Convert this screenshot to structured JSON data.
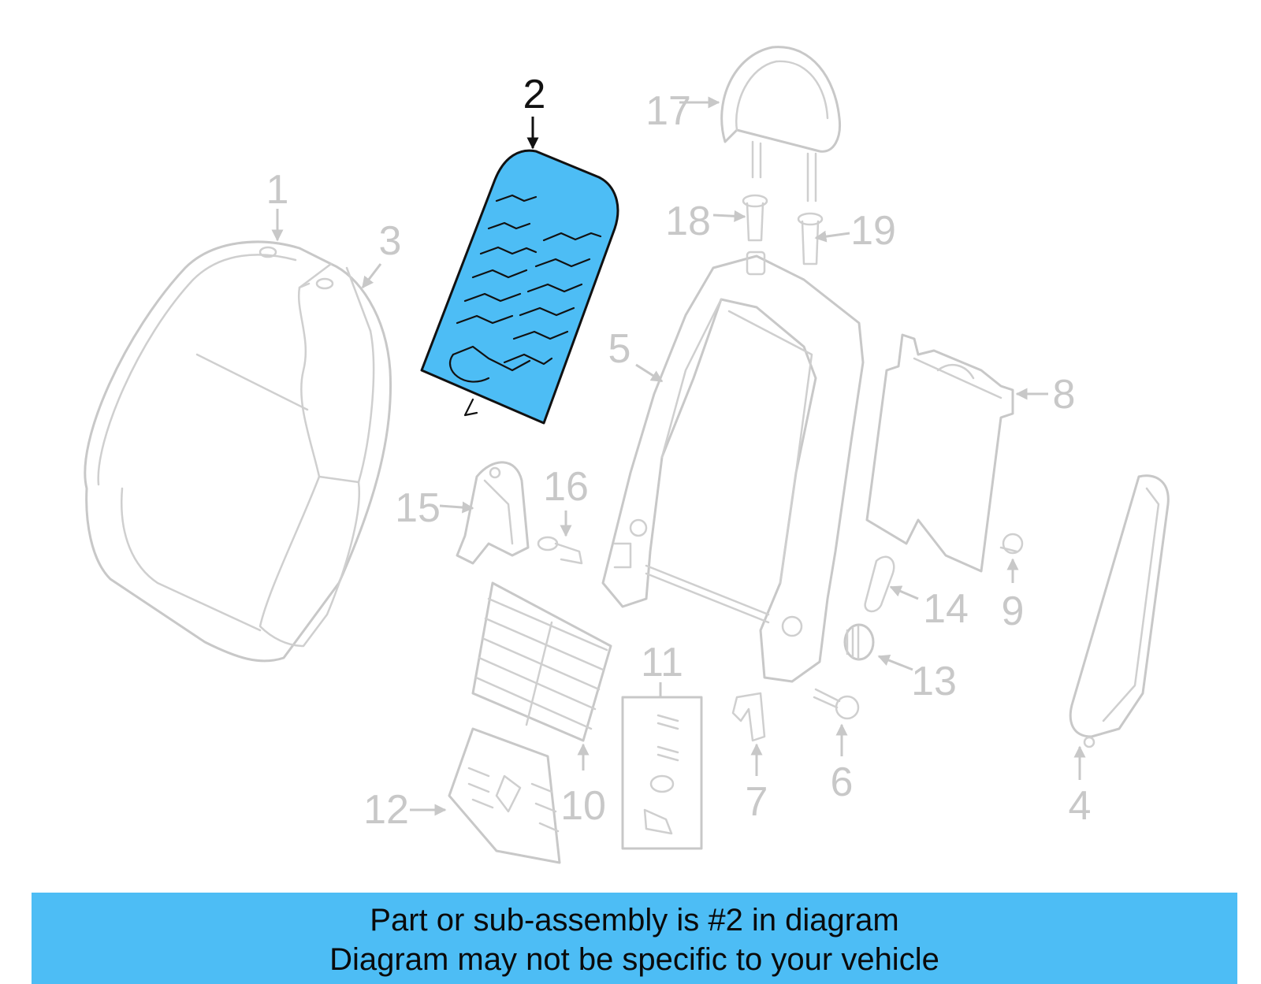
{
  "diagram": {
    "highlighted_part": "2",
    "highlight_color": "#4dbdf5",
    "part_color": "#c8c8c8",
    "callouts": [
      "1",
      "2",
      "3",
      "4",
      "5",
      "6",
      "7",
      "8",
      "9",
      "10",
      "11",
      "12",
      "13",
      "14",
      "15",
      "16",
      "17",
      "18",
      "19"
    ]
  },
  "banner": {
    "line1": "Part or sub-assembly is #2 in diagram",
    "line2": "Diagram may not be specific to your vehicle",
    "background": "#4dbdf5"
  }
}
